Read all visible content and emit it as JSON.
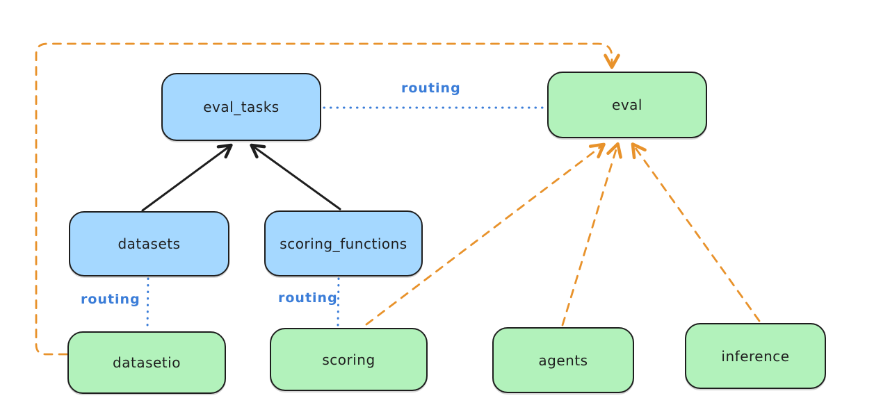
{
  "diagram": {
    "nodes": {
      "eval_tasks": {
        "label": "eval_tasks",
        "kind": "resource",
        "color": "#a5d8ff"
      },
      "eval": {
        "label": "eval",
        "kind": "api",
        "color": "#b2f2bb"
      },
      "datasets": {
        "label": "datasets",
        "kind": "resource",
        "color": "#a5d8ff"
      },
      "scoring_functions": {
        "label": "scoring_functions",
        "kind": "resource",
        "color": "#a5d8ff"
      },
      "datasetio": {
        "label": "datasetio",
        "kind": "api",
        "color": "#b2f2bb"
      },
      "scoring": {
        "label": "scoring",
        "kind": "api",
        "color": "#b2f2bb"
      },
      "agents": {
        "label": "agents",
        "kind": "api",
        "color": "#b2f2bb"
      },
      "inference": {
        "label": "inference",
        "kind": "api",
        "color": "#b2f2bb"
      }
    },
    "edges": [
      {
        "from": "datasets",
        "to": "eval_tasks",
        "style": "solid",
        "color": "#1e1e1e",
        "label": ""
      },
      {
        "from": "scoring_functions",
        "to": "eval_tasks",
        "style": "solid",
        "color": "#1e1e1e",
        "label": ""
      },
      {
        "from": "eval_tasks",
        "to": "eval",
        "style": "dotted",
        "color": "#3b7dd8",
        "label": "routing"
      },
      {
        "from": "datasets",
        "to": "datasetio",
        "style": "dotted",
        "color": "#3b7dd8",
        "label": "routing"
      },
      {
        "from": "scoring_functions",
        "to": "scoring",
        "style": "dotted",
        "color": "#3b7dd8",
        "label": "routing"
      },
      {
        "from": "datasetio",
        "to": "eval",
        "style": "dashed",
        "color": "#e8922b",
        "label": ""
      },
      {
        "from": "scoring",
        "to": "eval",
        "style": "dashed",
        "color": "#e8922b",
        "label": ""
      },
      {
        "from": "agents",
        "to": "eval",
        "style": "dashed",
        "color": "#e8922b",
        "label": ""
      },
      {
        "from": "inference",
        "to": "eval",
        "style": "dashed",
        "color": "#e8922b",
        "label": ""
      }
    ],
    "colors": {
      "background": "#ffffff",
      "node_stroke": "#1e1e1e",
      "blue_fill": "#a5d8ff",
      "green_fill": "#b2f2bb",
      "routing_blue": "#3b7dd8",
      "dependency_orange": "#e8922b"
    }
  }
}
